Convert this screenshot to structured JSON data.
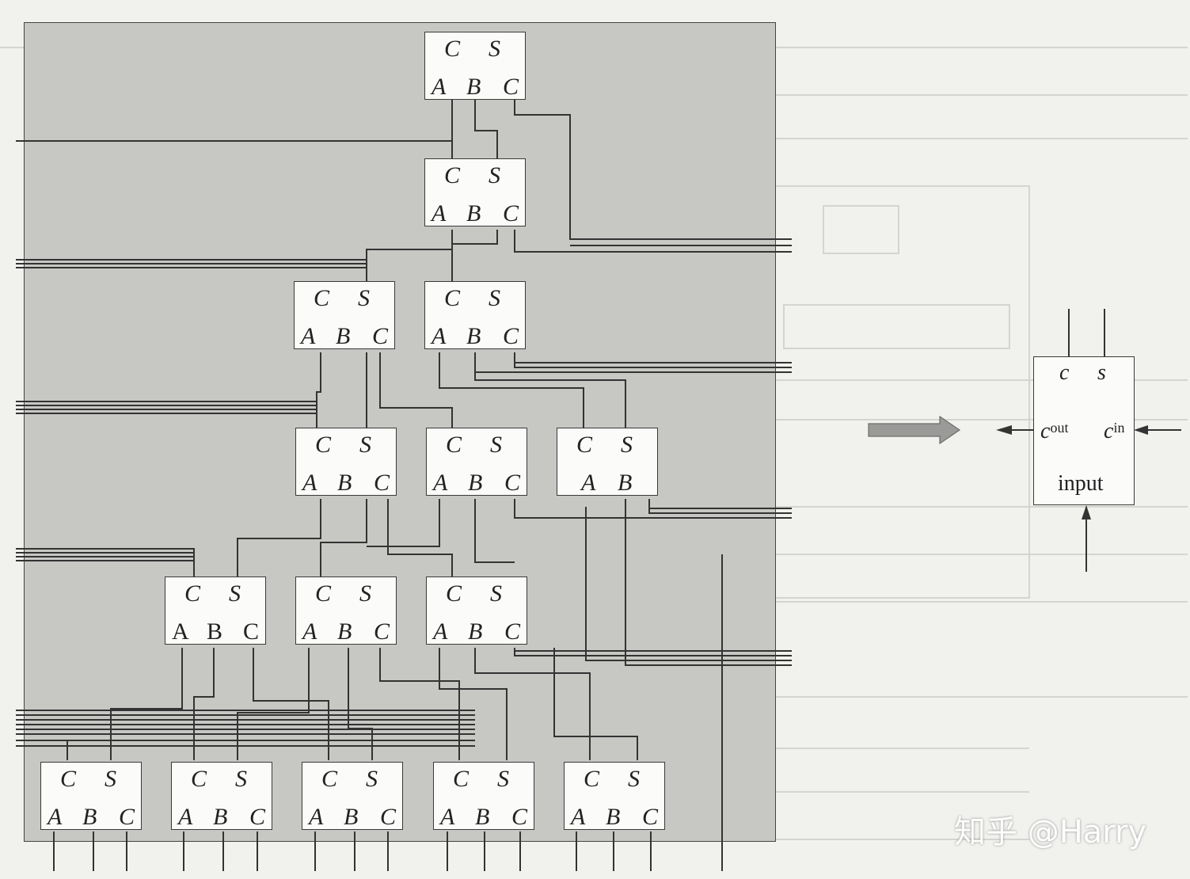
{
  "adder_labels": {
    "carry": "C",
    "sum": "S",
    "in_a": "A",
    "in_b": "B",
    "in_c": "C"
  },
  "half_adder_labels": {
    "carry": "C",
    "sum": "S",
    "in_a": "A",
    "in_b": "B"
  },
  "row5_first_inputs": {
    "in_a": "A",
    "in_b": "B",
    "in_c": "C"
  },
  "legend": {
    "carry": "c",
    "sum": "s",
    "cout_base": "c",
    "cout_sub": "out",
    "cin_base": "c",
    "cin_sub": "in",
    "input": "input"
  },
  "watermark": "知乎 @Harry",
  "colors": {
    "panel": "#c7c7c4",
    "box": "#fbfbf9",
    "wire": "#333333",
    "arrow": "#9a9a98",
    "background": "#f1f1ee"
  }
}
